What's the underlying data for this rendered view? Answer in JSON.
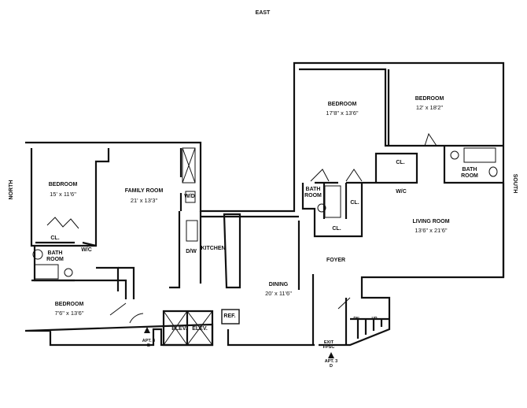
{
  "compass": {
    "east": "EAST",
    "north": "NORTH",
    "south": "SOUTH"
  },
  "rooms": {
    "bedroom_nw": {
      "name": "BEDROOM",
      "size": "15' x 11'6\""
    },
    "family_room": {
      "name": "FAMILY ROOM",
      "size": "21' x 13'3\""
    },
    "bedroom_sw": {
      "name": "BEDROOM",
      "size": "7'6\" x 13'6\""
    },
    "dining": {
      "name": "DINING",
      "size": "20' x 11'6\""
    },
    "bedroom_e1": {
      "name": "BEDROOM",
      "size": "17'8\" x 13'6\""
    },
    "bedroom_e2": {
      "name": "BEDROOM",
      "size": "12' x 18'2\""
    },
    "living_room": {
      "name": "LIVING ROOM",
      "size": "13'6\" x 21'6\""
    },
    "foyer": {
      "name": "FOYER"
    },
    "kitchen": {
      "name": "KITCHEN"
    }
  },
  "fixtures": {
    "bath": "BATH ROOM",
    "closet": "CL.",
    "wc": "W/C",
    "washer_dryer": "W/D",
    "dishwasher": "D/W",
    "elevator": "ELEV.",
    "refrigerator": "REF.",
    "stair_down": "DN",
    "stair_up": "UP",
    "exit": "EXIT FPSC"
  },
  "entrances": {
    "apt_3b": "APT. 3 B",
    "apt_3d": "APT. 3 D"
  }
}
